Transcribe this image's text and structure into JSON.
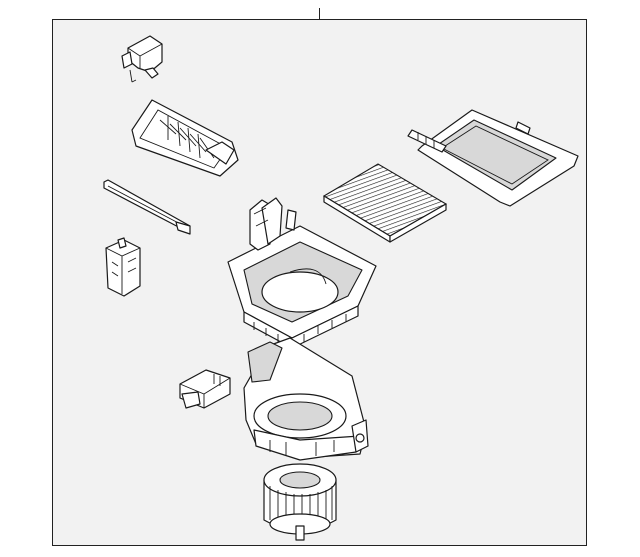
{
  "diagram": {
    "background": "#f2f2f2",
    "frame_color": "#222222",
    "line_color": "#1a1a1a",
    "parts": [
      {
        "name": "actuator"
      },
      {
        "name": "air-intake-door"
      },
      {
        "name": "seal-strip"
      },
      {
        "name": "cabin-air-filter"
      },
      {
        "name": "filter-cover-frame"
      },
      {
        "name": "upper-blower-case"
      },
      {
        "name": "resistor-connector"
      },
      {
        "name": "blower-resistor"
      },
      {
        "name": "lower-blower-housing"
      },
      {
        "name": "blower-motor-fan"
      }
    ]
  }
}
